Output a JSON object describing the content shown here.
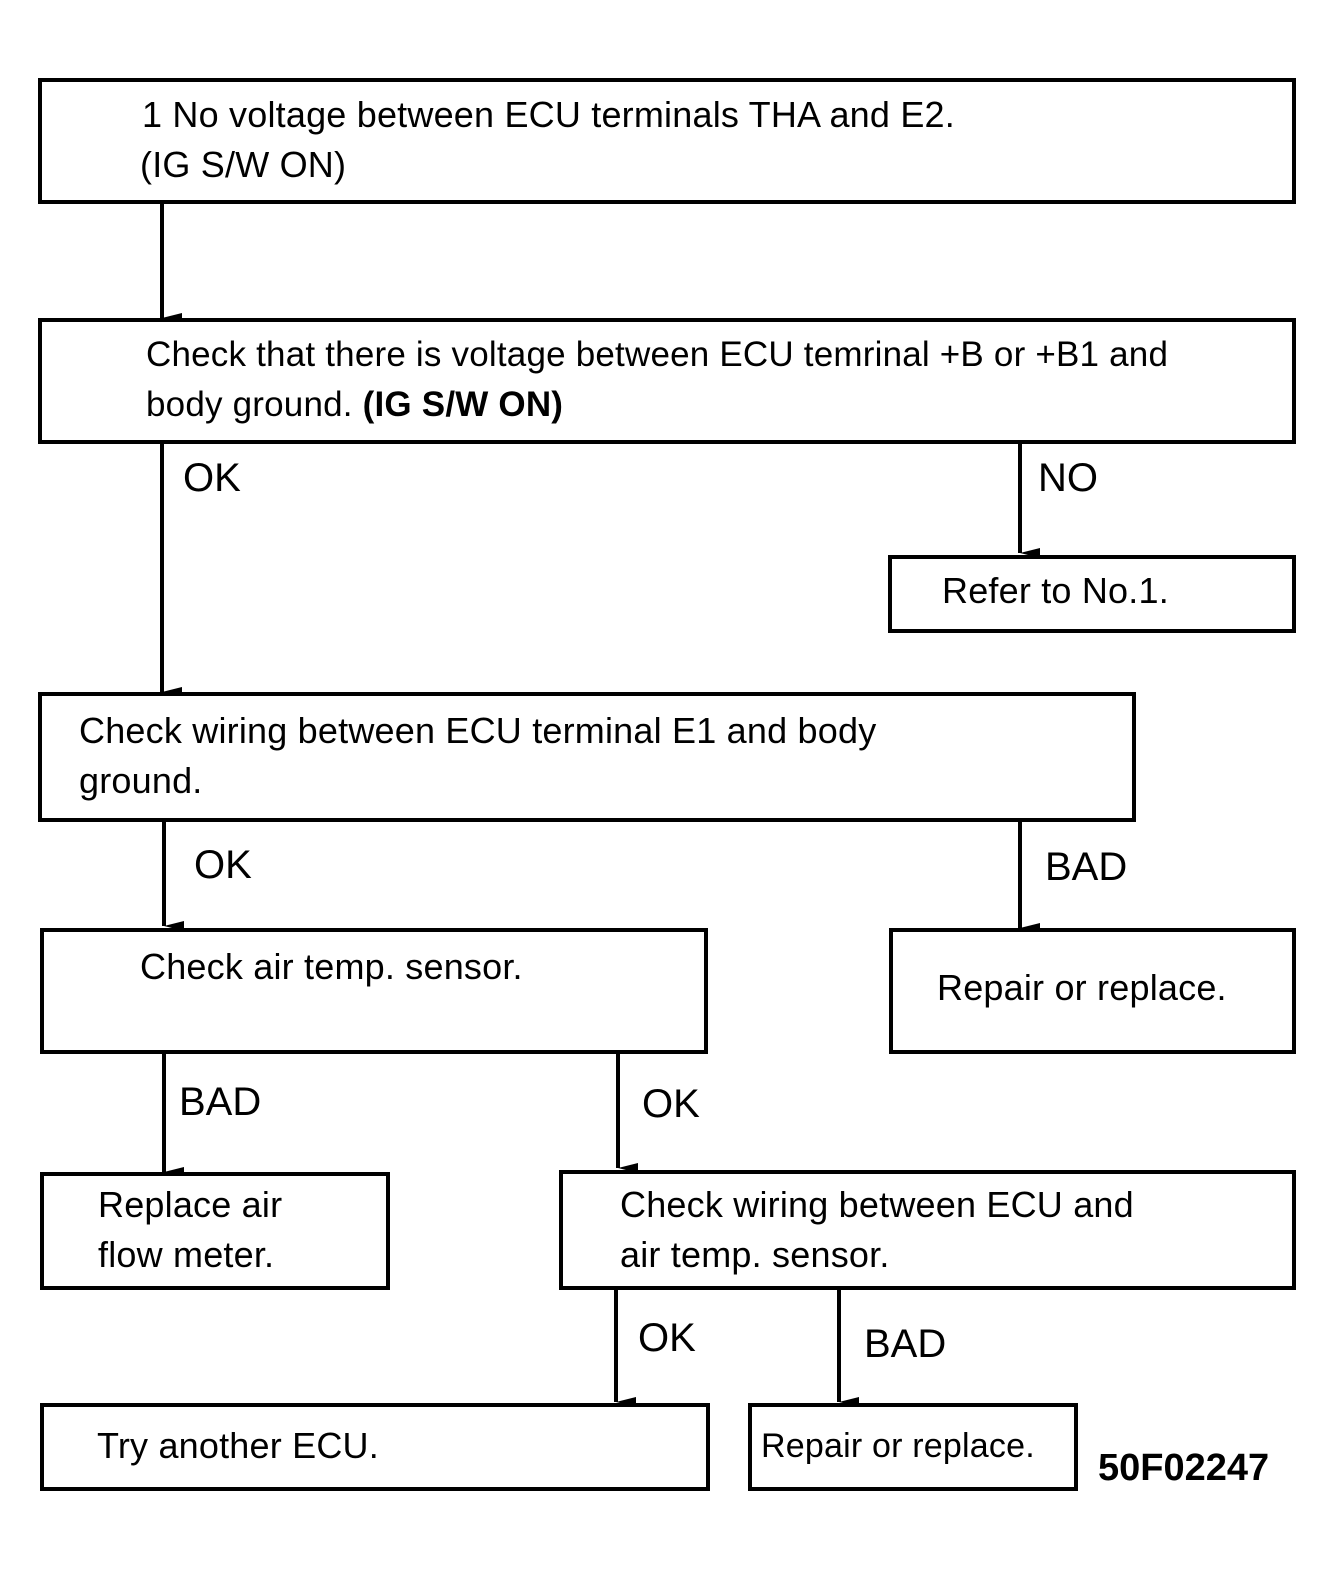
{
  "steps": {
    "step1": {
      "line1": "1  No voltage between ECU terminals THA and E2.",
      "line2": "(IG S/W ON)"
    },
    "step2": {
      "line1": "Check that there is voltage between ECU temrinal +B or +B1 and",
      "line2_a": "body ground. ",
      "line2_b": "(IG S/W ON)"
    },
    "refer": {
      "text": "Refer to No.1."
    },
    "step3": {
      "line1": "Check wiring between ECU terminal E1 and body",
      "line2": "ground."
    },
    "repair1": {
      "text": "Repair or replace."
    },
    "sensor": {
      "text": "Check air temp. sensor."
    },
    "replace_afm": {
      "line1": "Replace air",
      "line2": "flow meter."
    },
    "wiring2": {
      "line1": "Check wiring between ECU and",
      "line2": "air temp. sensor."
    },
    "try_ecu": {
      "text": "Try another ECU."
    },
    "repair2": {
      "text": "Repair or replace."
    }
  },
  "labels": {
    "ok": "OK",
    "no": "NO",
    "bad": "BAD"
  },
  "figure_code": "50F02247"
}
